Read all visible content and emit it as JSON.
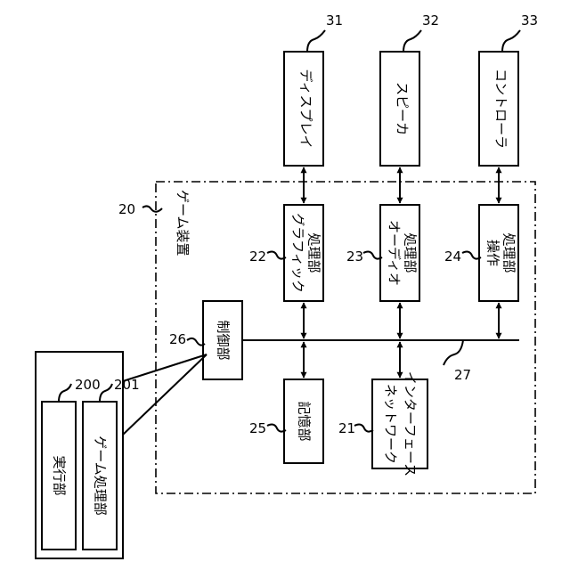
{
  "references": {
    "display": "31",
    "speaker": "32",
    "controller": "33",
    "game_device": "20",
    "graphic": "22",
    "audio": "23",
    "operation": "24",
    "control": "26",
    "bus": "27",
    "memory": "25",
    "network": "21",
    "execution": "200",
    "game_processing": "201"
  },
  "labels": {
    "display": "ディスプレイ",
    "speaker": "スピーカ",
    "controller": "コントローラ",
    "game_device": "ゲーム装置",
    "graphic_line1": "グラフィック",
    "graphic_line2": "処理部",
    "audio_line1": "オーディオ",
    "audio_line2": "処理部",
    "operation_line1": "操作",
    "operation_line2": "処理部",
    "control": "制御部",
    "memory": "記憶部",
    "network_line1": "ネットワーク",
    "network_line2": "インターフェース",
    "execution": "実行部",
    "game_processing": "ゲーム処理部"
  }
}
